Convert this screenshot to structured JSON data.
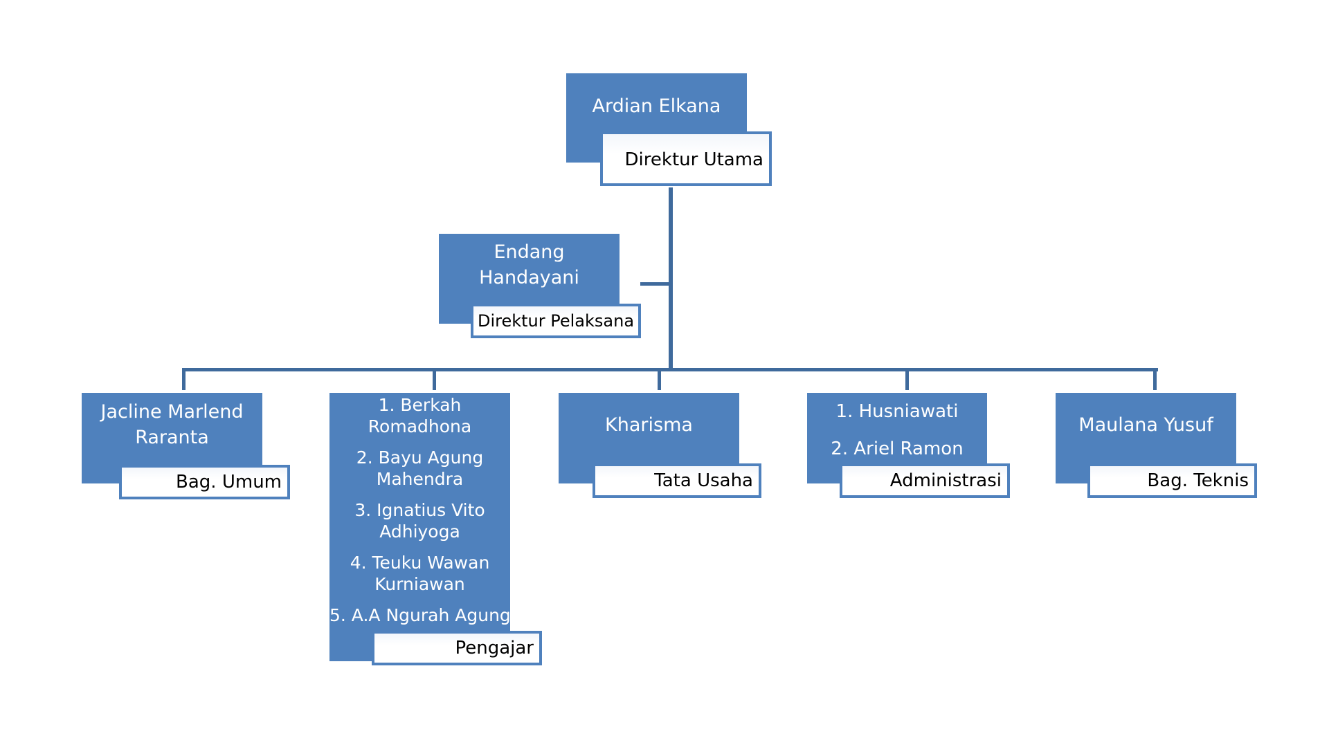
{
  "org_chart": {
    "top": {
      "name": "Ardian Elkana",
      "role": "Direktur Utama"
    },
    "assistant": {
      "name": "Endang Handayani",
      "role": "Direktur Pelaksana"
    },
    "departments": [
      {
        "name": "Jacline Marlend Raranta",
        "role": "Bag. Umum"
      },
      {
        "members": [
          "1. Berkah Romadhona",
          "2. Bayu Agung Mahendra",
          "3. Ignatius Vito Adhiyoga",
          "4. Teuku Wawan Kurniawan",
          "5. A.A Ngurah Agung"
        ],
        "role": "Pengajar"
      },
      {
        "name": "Kharisma",
        "role": "Tata Usaha"
      },
      {
        "members": [
          "1. Husniawati",
          "2. Ariel Ramon"
        ],
        "role": "Administrasi"
      },
      {
        "name": "Maulana Yusuf",
        "role": "Bag. Teknis"
      }
    ]
  },
  "colors": {
    "box_fill": "#4f81bd",
    "connector": "#3f6a9c",
    "role_border": "#4f81bd"
  }
}
